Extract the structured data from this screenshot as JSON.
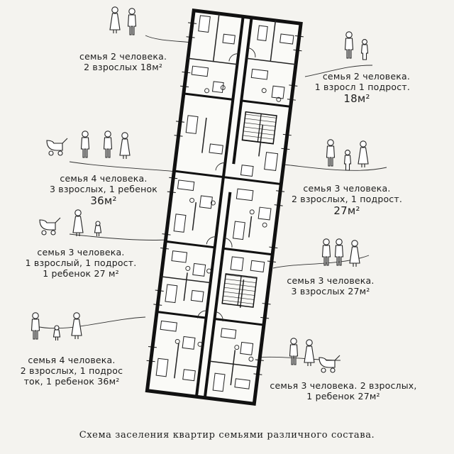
{
  "caption": "Схема заселения квартир семьями различного состава.",
  "labels": [
    {
      "lines": [
        "семья 2 человека.",
        "2 взрослых 18м²"
      ]
    },
    {
      "lines": [
        "семья 2 человека.",
        "1 взросл 1 подрост.",
        "18м²"
      ]
    },
    {
      "lines": [
        "семья 4 человека.",
        "3 взрослых, 1 ребенок",
        "36м²"
      ]
    },
    {
      "lines": [
        "семья 3 человека.",
        "2 взрослых, 1 подрост.",
        "27м²"
      ]
    },
    {
      "lines": [
        "семья 3 человека.",
        "1 взрослый, 1 подрост.",
        "1 ребенок 27 м²"
      ]
    },
    {
      "lines": [
        "семья 3 человека.",
        "3 взрослых 27м²"
      ]
    },
    {
      "lines": [
        "семья 4 человека.",
        "2 взрослых, 1 подрос",
        "ток, 1 ребенок 36м²"
      ]
    },
    {
      "lines": [
        "семья 3 человека. 2 взрослых,",
        "1 ребенок 27м²"
      ]
    }
  ]
}
